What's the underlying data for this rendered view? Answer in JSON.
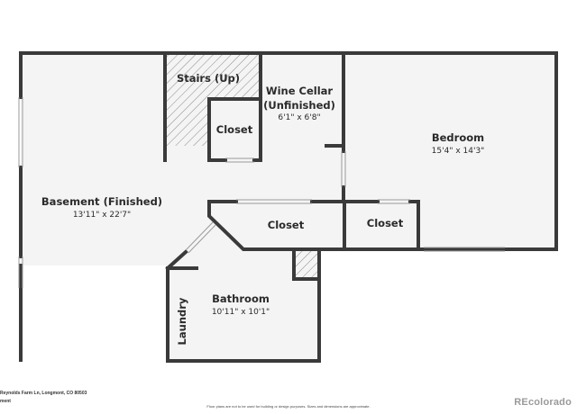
{
  "rooms": {
    "stairs": {
      "name": "Stairs (Up)"
    },
    "closet_stairs": {
      "name": "Closet"
    },
    "wine_cellar": {
      "name": "Wine Cellar",
      "name2": "(Unfinished)",
      "dims": "6'1\" x 6'8\""
    },
    "bedroom": {
      "name": "Bedroom",
      "dims": "15'4\" x 14'3\""
    },
    "basement": {
      "name": "Basement (Finished)",
      "dims": "13'11\" x 22'7\""
    },
    "closet_center": {
      "name": "Closet"
    },
    "closet_right": {
      "name": "Closet"
    },
    "bathroom": {
      "name": "Bathroom",
      "dims": "10'11\" x 10'1\""
    },
    "laundry": {
      "name": "Laundry"
    }
  },
  "footer": {
    "address": "Reynolds Farm Ln, Longmont, CO 80503",
    "address_tail": "ment",
    "disclaimer": "Floor plans are not to be used for building or design purposes. Sizes and dimensions are approximate."
  },
  "watermark": "REcolorado",
  "colors": {
    "wall": "#3a3a3a",
    "floor": "#f4f4f4",
    "hatch": "#8a8a8a"
  }
}
